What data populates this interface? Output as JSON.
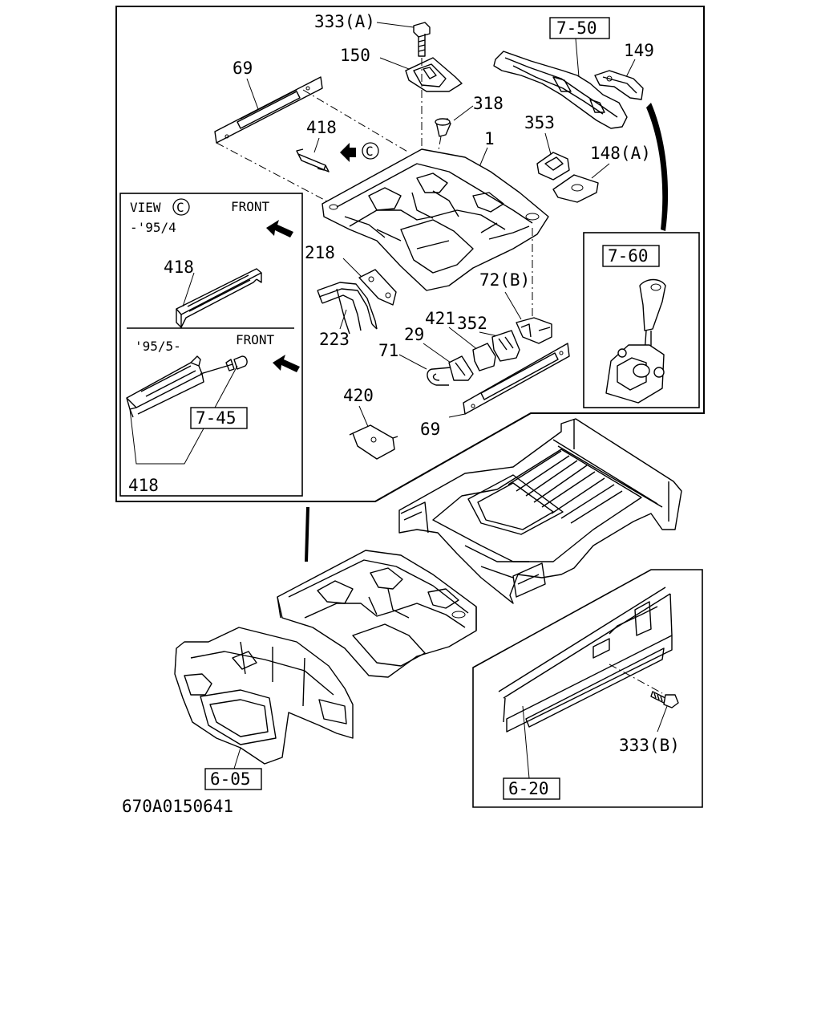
{
  "labels": {
    "l333a": "333(A)",
    "l150": "150",
    "l750": "7-50",
    "l149": "149",
    "l69a": "69",
    "l318": "318",
    "l418a": "418",
    "lviewc": "C",
    "l1": "1",
    "l353": "353",
    "l148a": "148(A)",
    "l218": "218",
    "l223": "223",
    "l72b": "72(B)",
    "l352": "352",
    "l421": "421",
    "l29": "29",
    "l71": "71",
    "l420": "420",
    "l69b": "69",
    "l760": "7-60",
    "l745": "7-45",
    "l418b": "418",
    "l418c": "418",
    "l605": "6-05",
    "l620": "6-20",
    "l333b": "333(B)"
  },
  "inset_view": {
    "view_text": "VIEW",
    "view_letter": "C",
    "period_early": "-'95/4",
    "period_late": "'95/5-",
    "front_1": "FRONT",
    "front_2": "FRONT"
  },
  "diagram_code": "670A0150641"
}
